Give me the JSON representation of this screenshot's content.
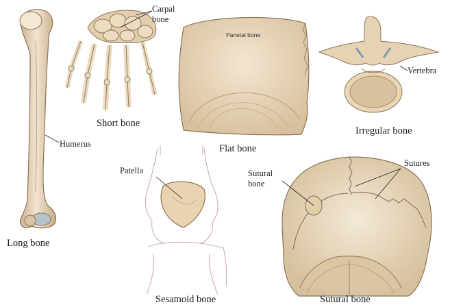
{
  "colors": {
    "bone_fill": "#ead9bf",
    "bone_shade": "#cdb392",
    "bone_outline": "#8a7455",
    "joint_tint": "#b7c3cc",
    "knee_line": "#c9a8a0",
    "leader_line": "#222222"
  },
  "panels": {
    "long": {
      "caption": "Long bone",
      "label": "Humerus"
    },
    "short": {
      "caption": "Short bone",
      "label": "Carpal\nbone"
    },
    "flat": {
      "caption": "Flat bone",
      "label": "Parietal bone"
    },
    "irregular": {
      "caption": "Irregular bone",
      "label": "Vertebra"
    },
    "sesamoid": {
      "caption": "Sesamoid bone",
      "label": "Patella"
    },
    "sutural": {
      "caption": "Sutural bone",
      "label_bone": "Sutural\nbone",
      "label_sutures": "Sutures"
    }
  }
}
